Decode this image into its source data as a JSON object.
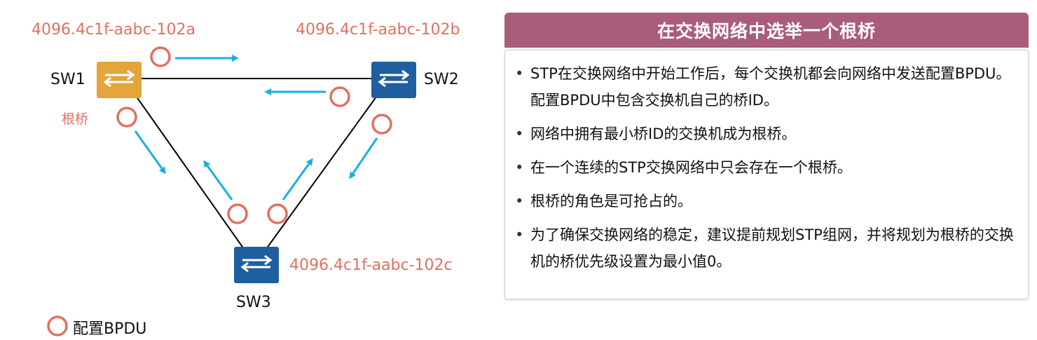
{
  "diagram": {
    "switches": [
      {
        "name": "SW1",
        "mac": "4096.4c1f-aabc-102a",
        "role": "根桥",
        "color": "#e3a53c"
      },
      {
        "name": "SW2",
        "mac": "4096.4c1f-aabc-102b",
        "color": "#1f5f9f"
      },
      {
        "name": "SW3",
        "mac": "4096.4c1f-aabc-102c",
        "color": "#1f5f9f"
      }
    ],
    "legend": "配置BPDU",
    "colors": {
      "bpdu": "#e0705f",
      "arrow": "#1aaee6",
      "link": "#000000"
    }
  },
  "panel": {
    "title": "在交换网络中选举一个根桥",
    "header_color": "#a95d7b",
    "bullets": [
      "STP在交换网络中开始工作后，每个交换机都会向网络中发送配置BPDU。配置BPDU中包含交换机自己的桥ID。",
      "网络中拥有最小桥ID的交换机成为根桥。",
      "在一个连续的STP交换网络中只会存在一个根桥。",
      "根桥的角色是可抢占的。",
      "为了确保交换网络的稳定，建议提前规划STP组网，并将规划为根桥的交换机的桥优先级设置为最小值0。"
    ]
  }
}
